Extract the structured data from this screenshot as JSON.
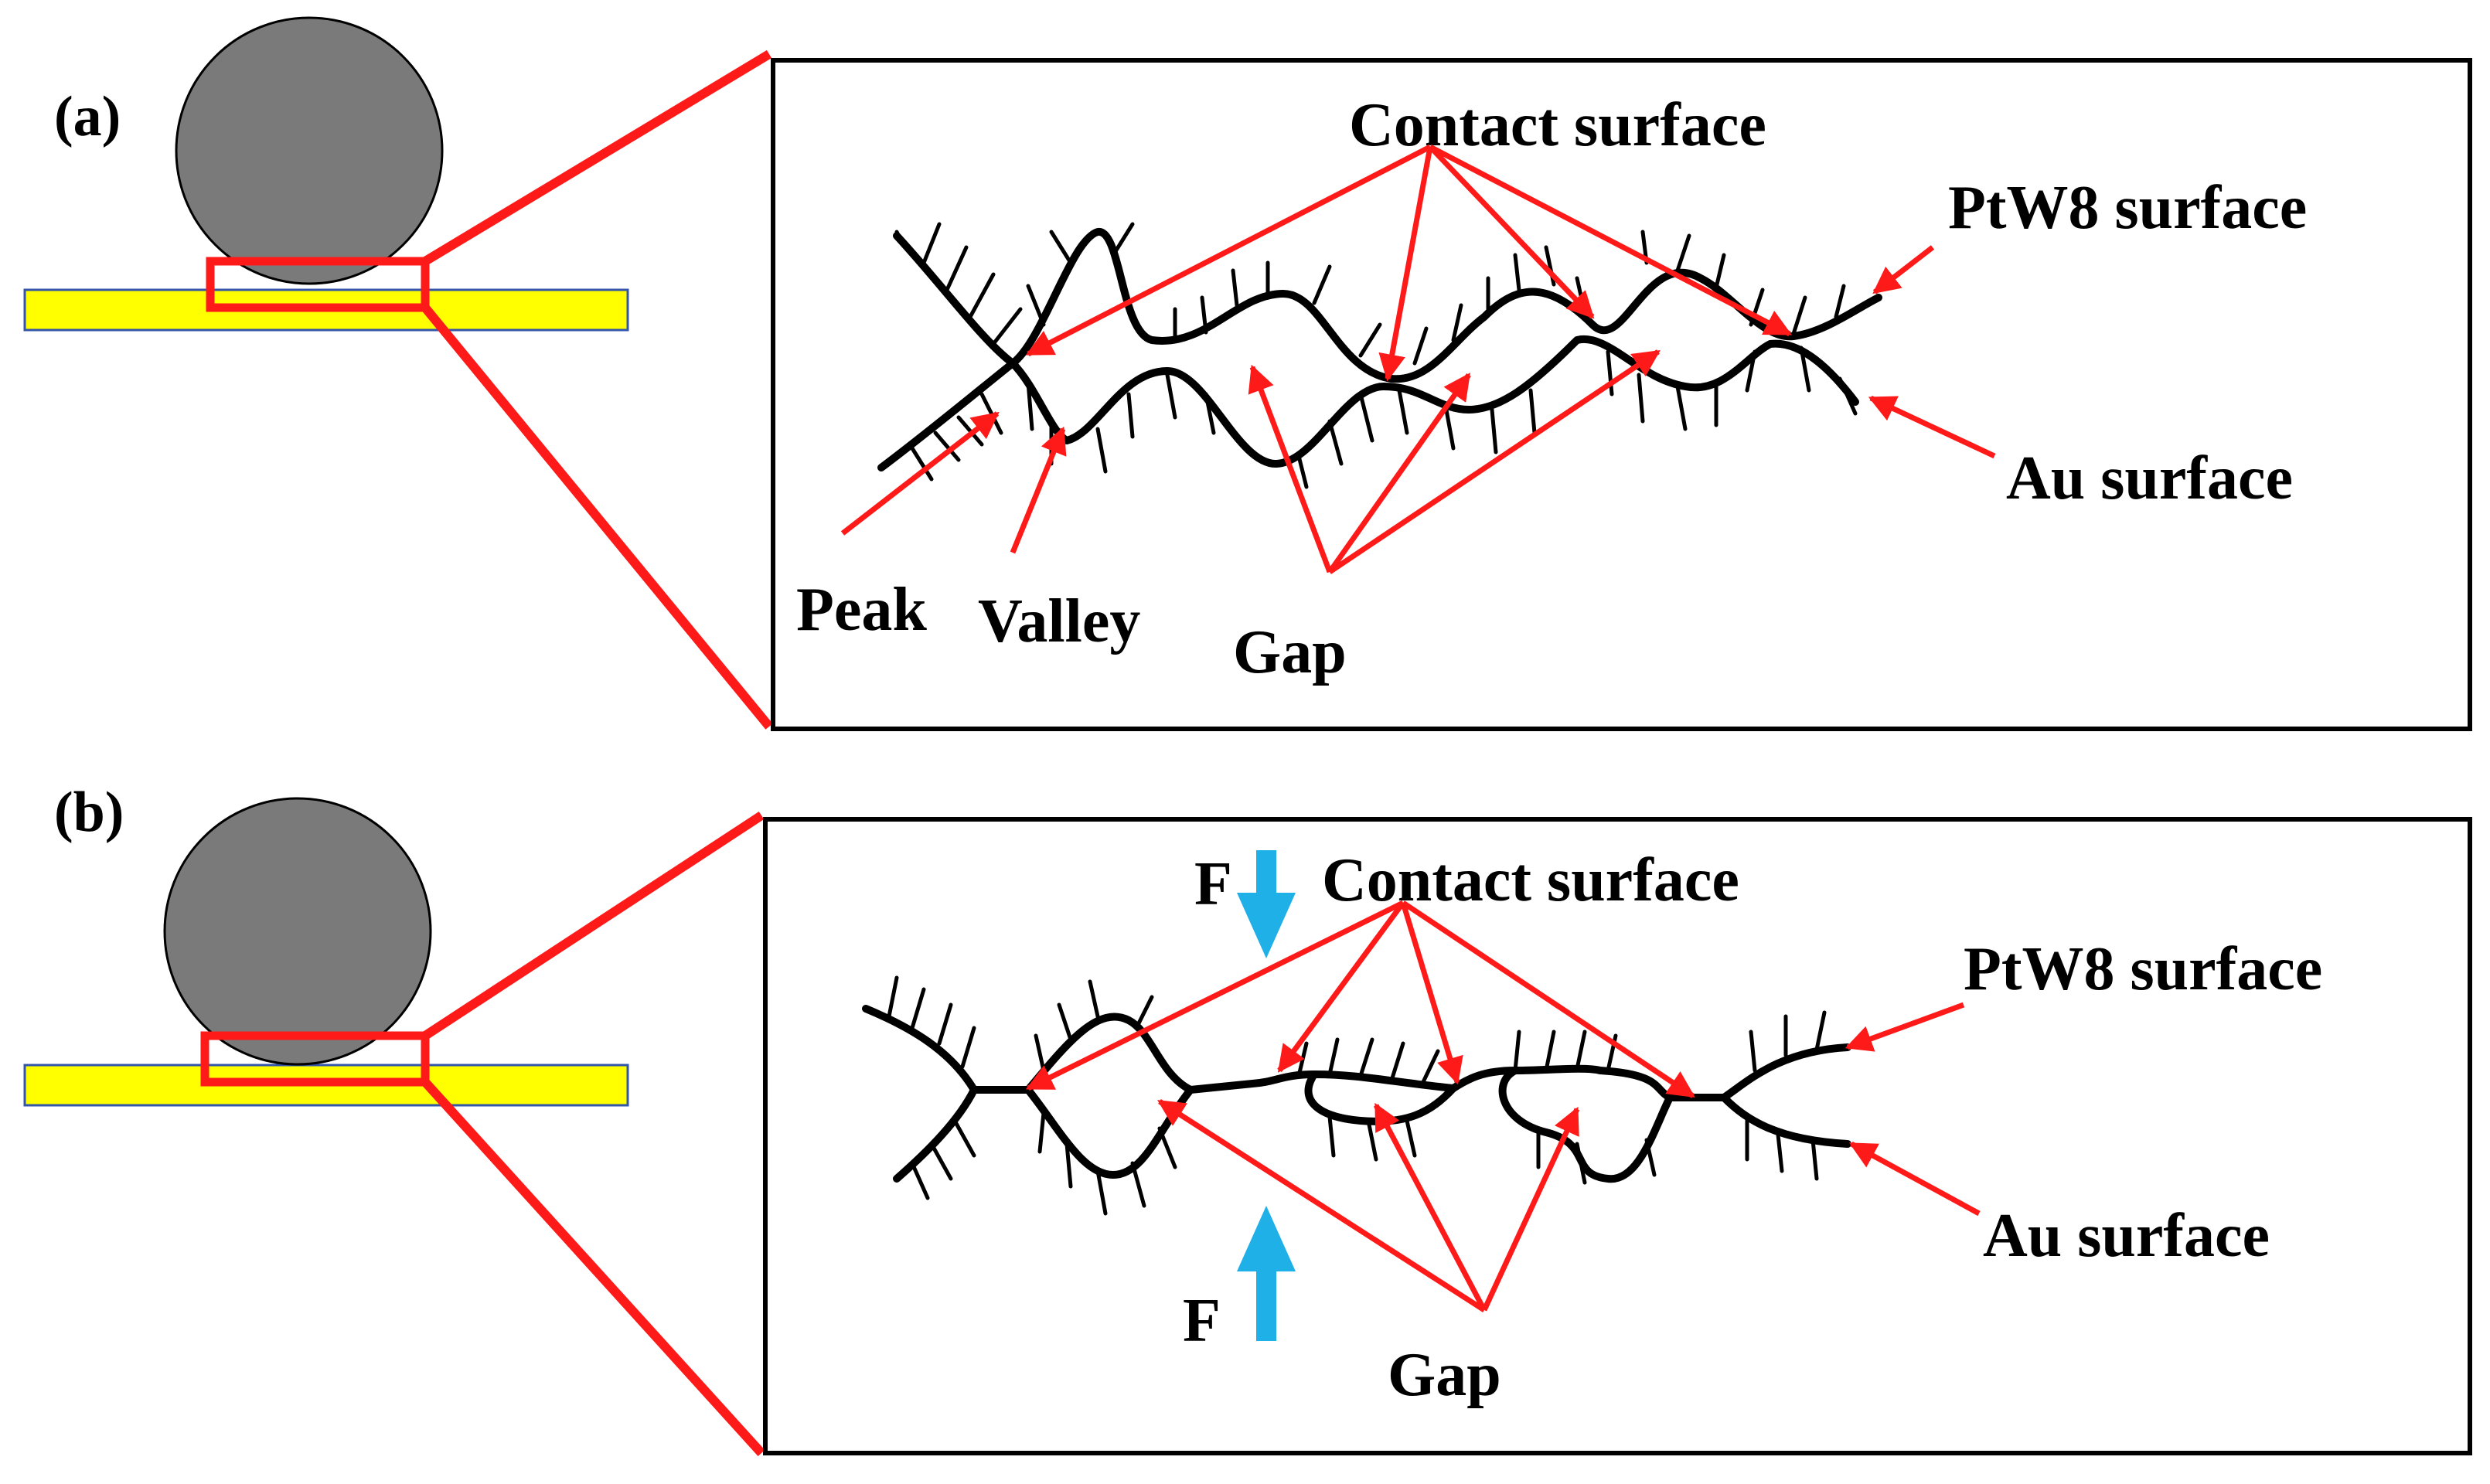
{
  "panels": {
    "a": {
      "label": "(a)",
      "contact_surface": "Contact surface",
      "ptw8_surface": "PtW8 surface",
      "au_surface": "Au surface",
      "peak": "Peak",
      "valley": "Valley",
      "gap": "Gap"
    },
    "b": {
      "label": "(b)",
      "contact_surface": "Contact surface",
      "ptw8_surface": "PtW8 surface",
      "au_surface": "Au surface",
      "gap": "Gap",
      "force_top": "F",
      "force_bottom": "F"
    }
  },
  "colors": {
    "ball": "#7a7a7a",
    "substrate": "#ffff00",
    "substrate_border": "#3355aa",
    "callout": "#ff1a1a",
    "force_arrow": "#1fb0e8",
    "surface_line": "#000000"
  }
}
